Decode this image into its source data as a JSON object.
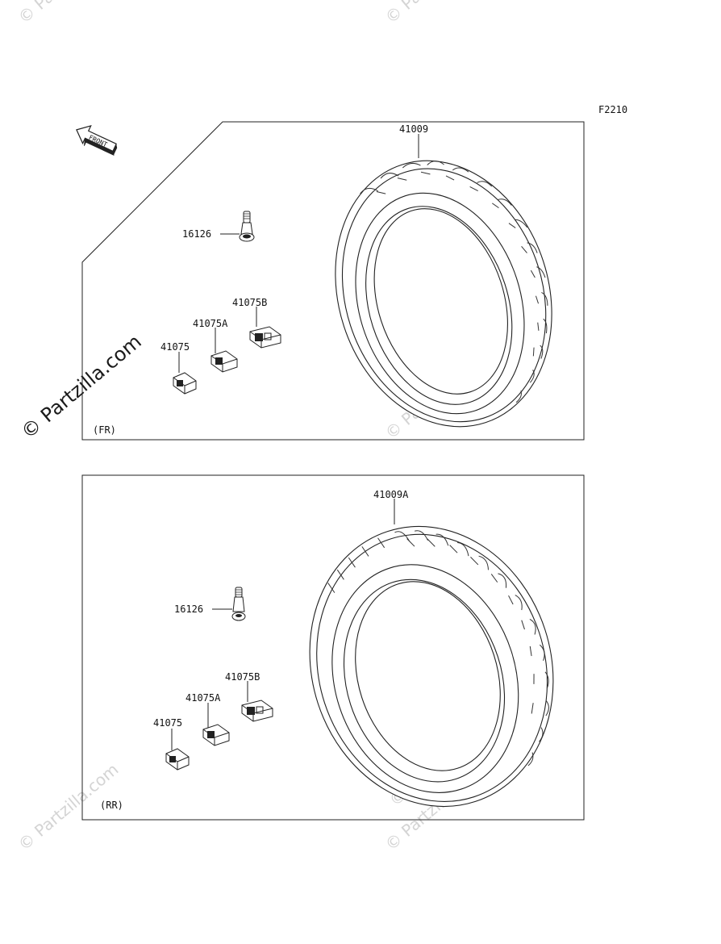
{
  "figure_code": "F2210",
  "front_arrow_label": "FRONT",
  "watermark_text": "© Partzilla.com",
  "front_section": {
    "tag": "(FR)",
    "labels": {
      "tire": "41009",
      "valve": "16126",
      "weight_b": "41075B",
      "weight_a": "41075A",
      "weight": "41075"
    }
  },
  "rear_section": {
    "tag": "(RR)",
    "labels": {
      "tire": "41009A",
      "valve": "16126",
      "weight_b": "41075B",
      "weight_a": "41075A",
      "weight": "41075"
    }
  }
}
